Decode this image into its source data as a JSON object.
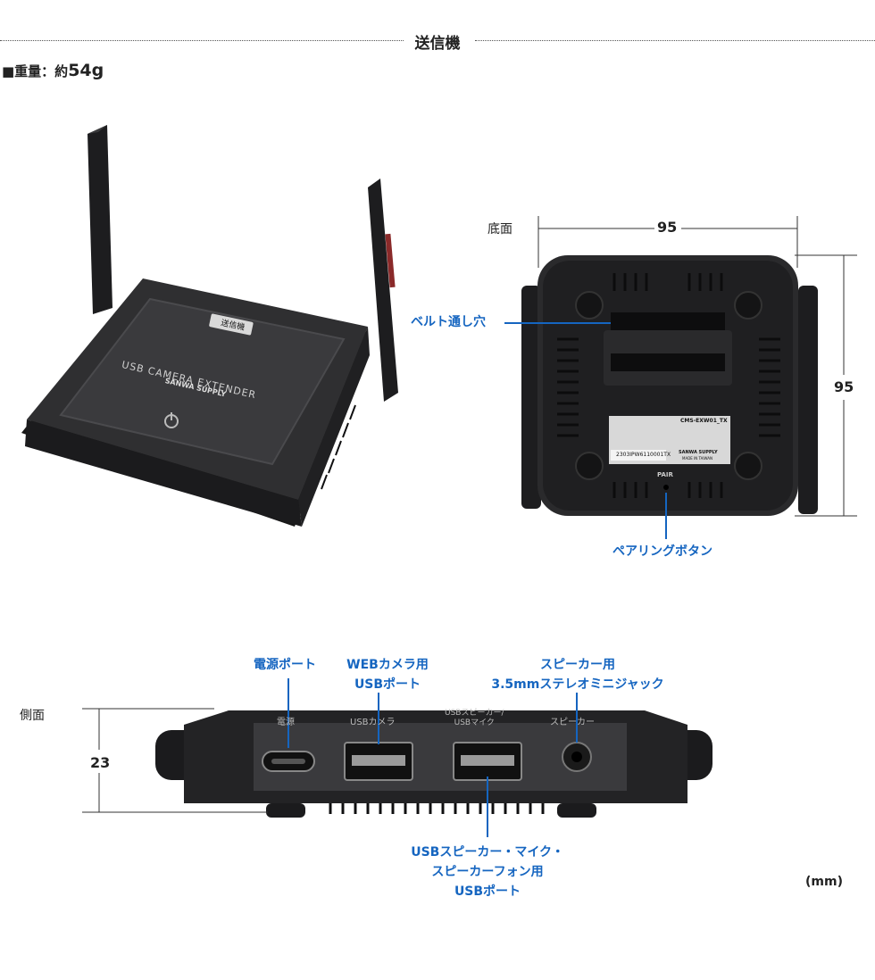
{
  "header": {
    "title": "送信機"
  },
  "spec": {
    "weight_label": "■重量：約",
    "weight_value": "54g"
  },
  "product_image": {
    "badge": "送信機",
    "top_text": "USB CAMERA EXTENDER",
    "brand": "SANWA SUPPLY"
  },
  "bottom_view": {
    "label": "底面",
    "width": "95",
    "depth": "95",
    "belt_hole": "ベルト通し穴",
    "pairing_button": "ペアリングボタン",
    "pair_mark": "PAIR",
    "label_model": "CMS-EXW01_TX",
    "label_serial": "2303IPW6110001TX",
    "label_brand": "SANWA SUPPLY",
    "label_made": "MADE IN TAIWAN"
  },
  "side_view": {
    "label": "側面",
    "height": "23",
    "power_port": "電源ポート",
    "webcam_port_line1": "WEBカメラ用",
    "webcam_port_line2": "USBポート",
    "speaker_jack_line1": "スピーカー用",
    "speaker_jack_line2": "3.5mmステレオミニジャック",
    "usb_speaker_line1": "USBスピーカー・マイク・",
    "usb_speaker_line2": "スピーカーフォン用",
    "usb_speaker_line3": "USBポート",
    "print_power": "電源",
    "print_usbcam": "USBカメラ",
    "print_usbspk1": "USBスピーカー/",
    "print_usbspk2": "USBマイク",
    "print_speaker": "スピーカー"
  },
  "unit": "(mm)",
  "colors": {
    "accent": "#1565c0",
    "device": "#2b2b2d"
  }
}
